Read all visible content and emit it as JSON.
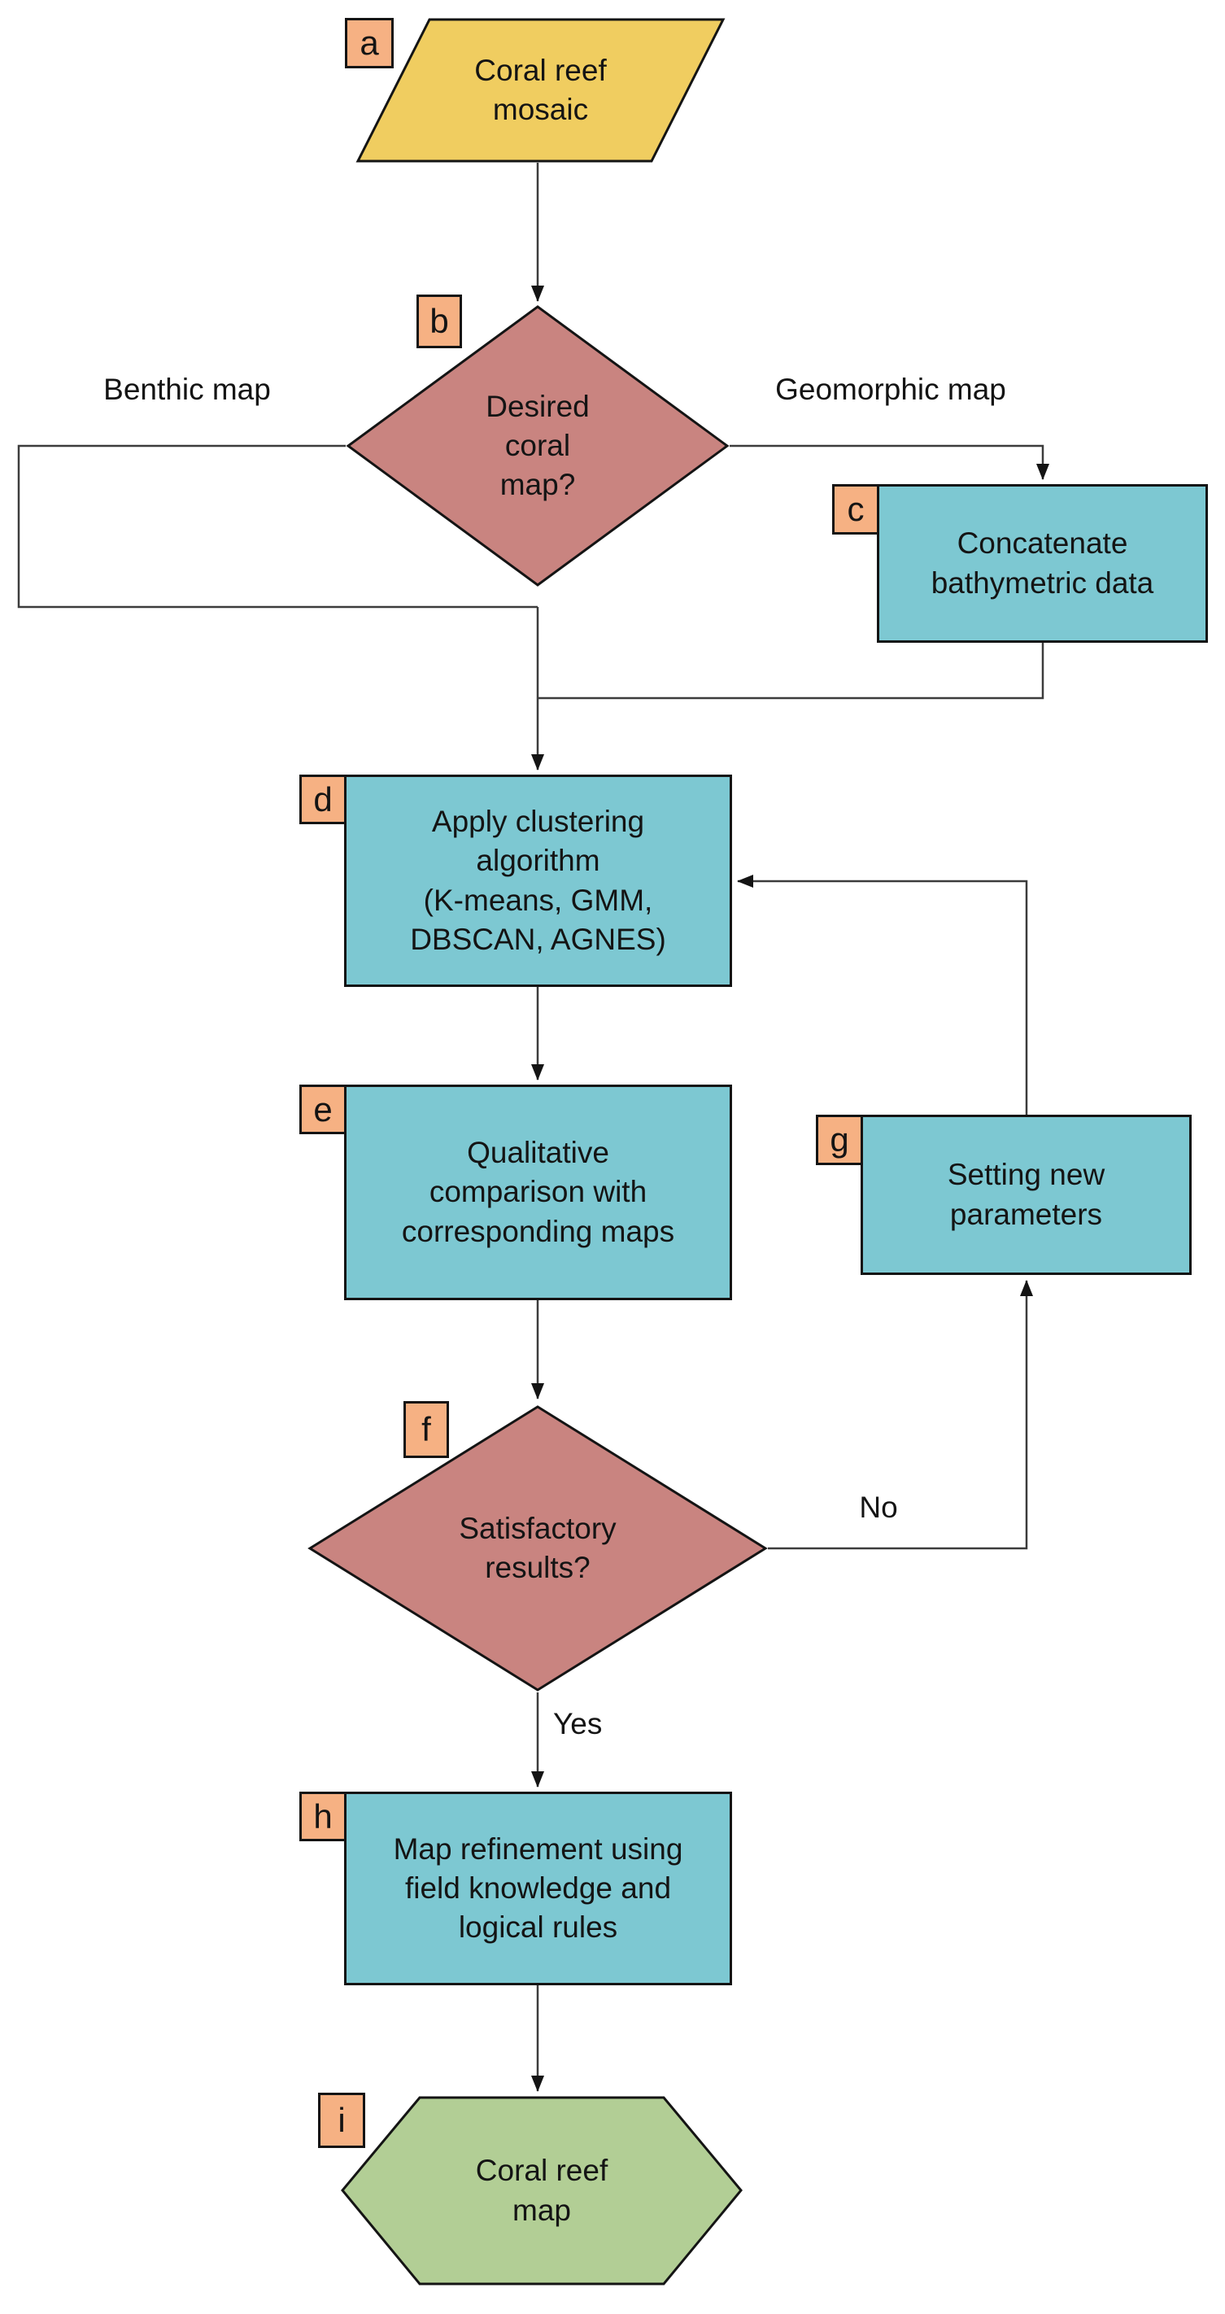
{
  "diagram": {
    "type": "flowchart",
    "nodes": [
      {
        "id": "a",
        "label": "a",
        "shape": "parallelogram",
        "text": "Coral reef\nmosaic",
        "fill": "#F0CD60"
      },
      {
        "id": "b",
        "label": "b",
        "shape": "diamond",
        "text": "Desired\ncoral\nmap?",
        "fill": "#C98480"
      },
      {
        "id": "c",
        "label": "c",
        "shape": "process",
        "text": "Concatenate\nbathymetric data",
        "fill": "#7DC8D2"
      },
      {
        "id": "d",
        "label": "d",
        "shape": "process",
        "text": "Apply clustering\nalgorithm\n(K-means, GMM,\nDBSCAN, AGNES)",
        "fill": "#7DC8D2"
      },
      {
        "id": "e",
        "label": "e",
        "shape": "process",
        "text": "Qualitative\ncomparison with\ncorresponding maps",
        "fill": "#7DC8D2"
      },
      {
        "id": "f",
        "label": "f",
        "shape": "diamond",
        "text": "Satisfactory\nresults?",
        "fill": "#C98480"
      },
      {
        "id": "g",
        "label": "g",
        "shape": "process",
        "text": "Setting new\nparameters",
        "fill": "#7DC8D2"
      },
      {
        "id": "h",
        "label": "h",
        "shape": "process",
        "text": "Map refinement using\nfield knowledge and\nlogical rules",
        "fill": "#7DC8D2"
      },
      {
        "id": "i",
        "label": "i",
        "shape": "hexagon",
        "text": "Coral reef\nmap",
        "fill": "#B2CE95"
      }
    ],
    "edge_labels": {
      "benthic": "Benthic map",
      "geomorphic": "Geomorphic map",
      "no": "No",
      "yes": "Yes"
    },
    "colors": {
      "process_fill": "#7DC8D2",
      "decision_fill": "#C98480",
      "input_fill": "#F0CD60",
      "terminal_fill": "#B2CE95",
      "letter_label_fill": "#F6B183",
      "stroke": "#141414",
      "wire": "#3C3C3C"
    }
  }
}
